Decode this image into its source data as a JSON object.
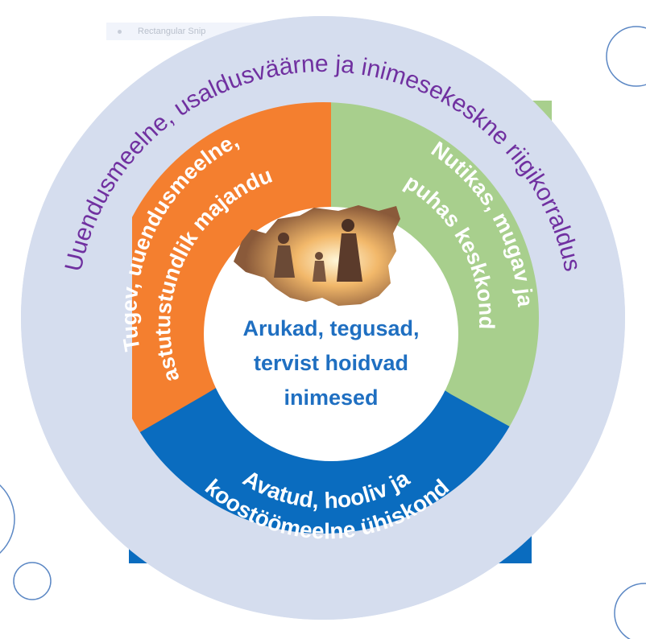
{
  "outer_ring": {
    "text": "Uuendusmeelne, usaldusväärne ja inimesekeskne riigikorraldus",
    "fill": "#d5ddee",
    "text_color": "#7030a0"
  },
  "segments": {
    "orange": {
      "fill": "#f47f2f",
      "line1": "Tugev, uuendusmeelne,",
      "line2": "vastutustundlik majandus"
    },
    "green": {
      "fill": "#a8cf8d",
      "line1": "Nutikas, mugav ja",
      "line2": "puhas keskkond"
    },
    "blue": {
      "fill": "#0a6cbf",
      "line1": "Avatud, hooliv ja",
      "line2": "koostöömeelne ühiskond"
    }
  },
  "center": {
    "lines": [
      "Arukad, tegusad,",
      "tervist hoidvad",
      "inimesed"
    ],
    "text_color": "#1f6fc1",
    "photo_icon": "estonia-map-family-photo-icon"
  },
  "snip_toolbar": {
    "label": "Rectangular Snip"
  },
  "decorations": {
    "circle_color": "#5b87c4"
  }
}
